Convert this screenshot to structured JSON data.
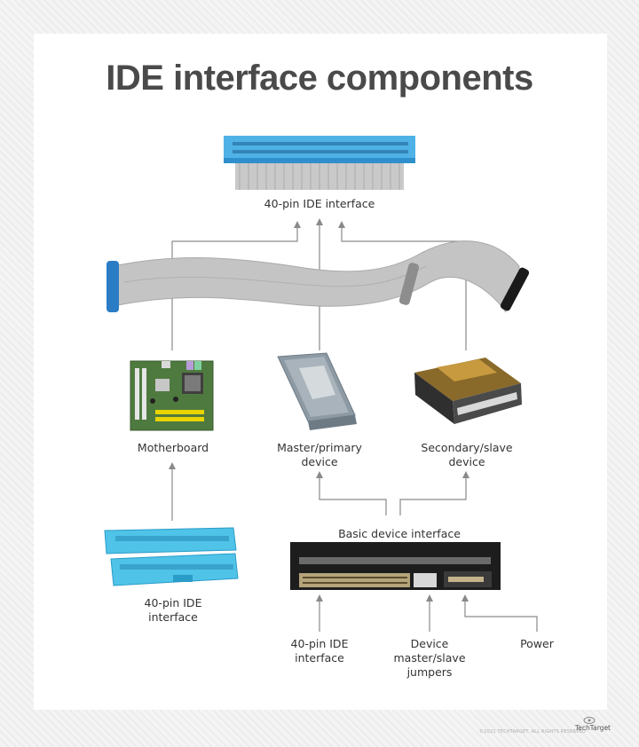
{
  "title": "IDE interface components",
  "labels": {
    "pin40_top": "40-pin IDE interface",
    "motherboard": "Motherboard",
    "master": "Master/primary device",
    "slave": "Secondary/slave device",
    "basic_device": "Basic device interface",
    "pin40_connector": "40-pin IDE interface",
    "pin40_device": "40-pin IDE interface",
    "jumpers": "Device master/slave jumpers",
    "power": "Power"
  },
  "footer": {
    "copyright": "©2021 TECHTARGET. ALL RIGHTS RESERVED",
    "brand": "TechTarget"
  },
  "colors": {
    "connector_blue": "#4fb2e6",
    "connector_dark": "#1f74b8",
    "ribbon": "#bdbdbd",
    "line": "#8a8a8a",
    "board_green": "#4f7a3f"
  },
  "icons": [
    "ide-header-connector",
    "ribbon-cable",
    "motherboard",
    "hard-drive",
    "optical-drive",
    "ide-socket-connector",
    "drive-back-panel",
    "eye-logo"
  ]
}
